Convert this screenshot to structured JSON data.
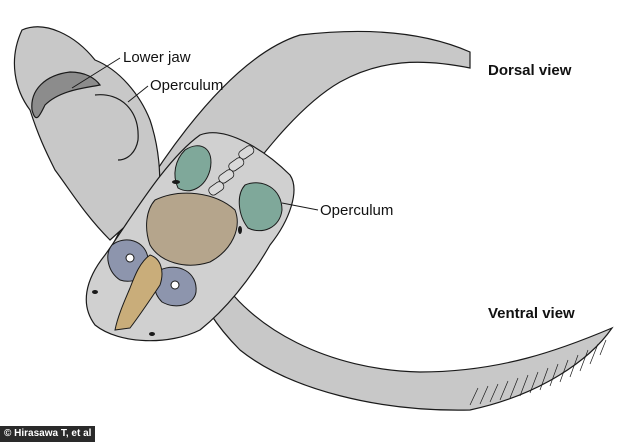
{
  "labels": {
    "lower_jaw": "Lower jaw",
    "operculum_dorsal": "Operculum",
    "operculum_ventral": "Operculum",
    "dorsal_view": "Dorsal view",
    "ventral_view": "Ventral view"
  },
  "credit": "© Hirasawa T, et al",
  "colors": {
    "body": "#c8c8c8",
    "outline": "#1a1a1a",
    "gill": "#7fa89a",
    "cartilage": "#b5a58c",
    "blue": "#8d95ad",
    "tan": "#c9ad7a"
  }
}
